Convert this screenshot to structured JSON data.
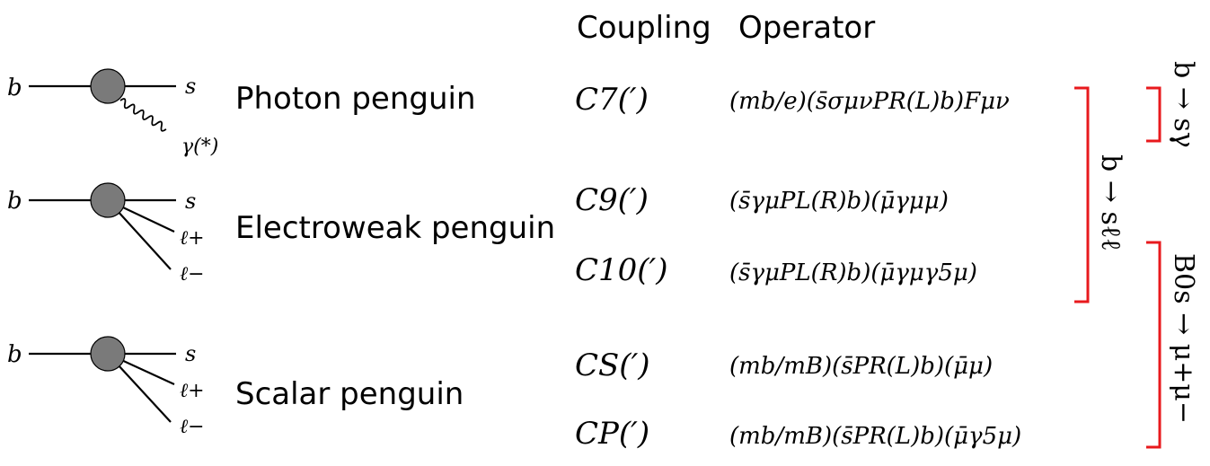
{
  "header": {
    "coupling_label": "Coupling",
    "operator_label": "Operator"
  },
  "diagrams": [
    {
      "label": "Photon penguin",
      "incoming": "b",
      "outgoing": "s",
      "emissions": [
        "γ(*)"
      ]
    },
    {
      "label": "Electroweak penguin",
      "incoming": "b",
      "outgoing": "s",
      "emissions": [
        "ℓ+",
        "ℓ−"
      ]
    },
    {
      "label": "Scalar penguin",
      "incoming": "b",
      "outgoing": "s",
      "emissions": [
        "ℓ+",
        "ℓ−"
      ]
    }
  ],
  "rows": [
    {
      "coupling": "C7(′)",
      "operator": "(mb/e)(s̄σμνPR(L)b)Fμν"
    },
    {
      "coupling": "C9(′)",
      "operator": "(s̄γμPL(R)b)(μ̄γμμ)"
    },
    {
      "coupling": "C10(′)",
      "operator": "(s̄γμPL(R)b)(μ̄γμγ5μ)"
    },
    {
      "coupling": "CS(′)",
      "operator": "(mb/mB)(s̄PR(L)b)(μ̄μ)"
    },
    {
      "coupling": "CP(′)",
      "operator": "(mb/mB)(s̄PR(L)b)(μ̄γ5μ)"
    }
  ],
  "brackets": [
    {
      "label": "b → sℓℓ",
      "color": "#000000"
    },
    {
      "label": "b → sγ",
      "color": "#e8191d"
    },
    {
      "label": "B0s → μ+μ−",
      "color": "#e8191d"
    }
  ],
  "colors": {
    "blob": "#7a7a7a",
    "bracket_red": "#e8191d",
    "ink": "#000000"
  }
}
